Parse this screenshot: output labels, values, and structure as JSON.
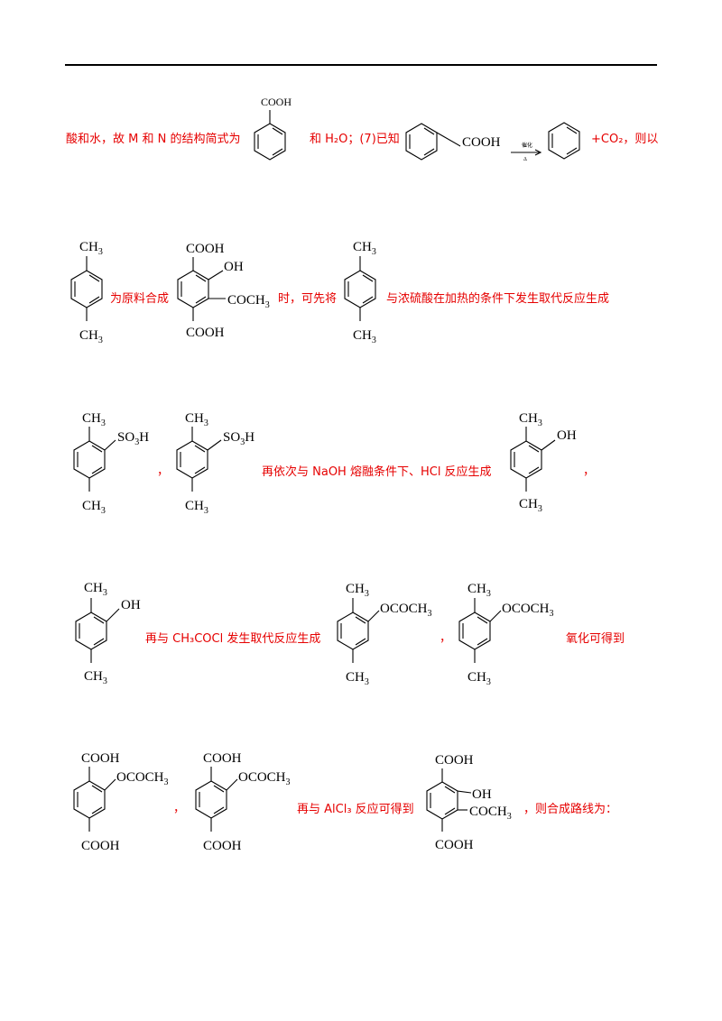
{
  "groups": {
    "COOH": "COOH",
    "OH": "OH",
    "COCH": "COCH",
    "OCOCH": "OCOCH",
    "CH": "CH",
    "SO": "SO",
    "H": "H",
    "sub3": "3",
    "arrow_top": "催化",
    "arrow_bottom": "Δ"
  },
  "row1": {
    "text1": "酸和水，故 M 和 N 的结构简式为",
    "text2": "和 H₂O；(7)已知",
    "text3": "+CO₂，则以"
  },
  "row2": {
    "text1": "为原料合成",
    "text2": "时，可先将",
    "text3": "与浓硫酸在加热的条件下发生取代反应生成"
  },
  "row3": {
    "comma1": "，",
    "text1": "再依次与 NaOH 熔融条件下、HCl 反应生成",
    "comma2": "，"
  },
  "row4": {
    "text1": "再与 CH₃COCl 发生取代反应生成",
    "comma1": "，",
    "text2": "氧化可得到"
  },
  "row5": {
    "comma1": "，",
    "text1": "再与 AlCl₃ 反应可得到",
    "text2": "，则合成路线为："
  }
}
